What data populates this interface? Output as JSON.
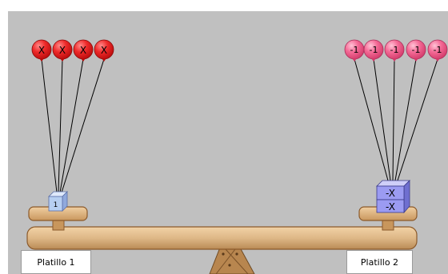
{
  "scene": {
    "background_color": "#c0c0c0",
    "plank_color": "#deb887",
    "left_balloon_color": "#e8282a",
    "right_balloon_color": "#f46a96",
    "block_unit_color": "#b7cff2",
    "block_x_color": "#9b9bf2"
  },
  "left_pan": {
    "label": "Platillo 1",
    "balloons": [
      "X",
      "X",
      "X",
      "X"
    ],
    "blocks": [
      "1"
    ]
  },
  "right_pan": {
    "label": "Platillo 2",
    "balloons": [
      "-1",
      "-1",
      "-1",
      "-1",
      "-1"
    ],
    "blocks": [
      "-X",
      "-X"
    ]
  }
}
